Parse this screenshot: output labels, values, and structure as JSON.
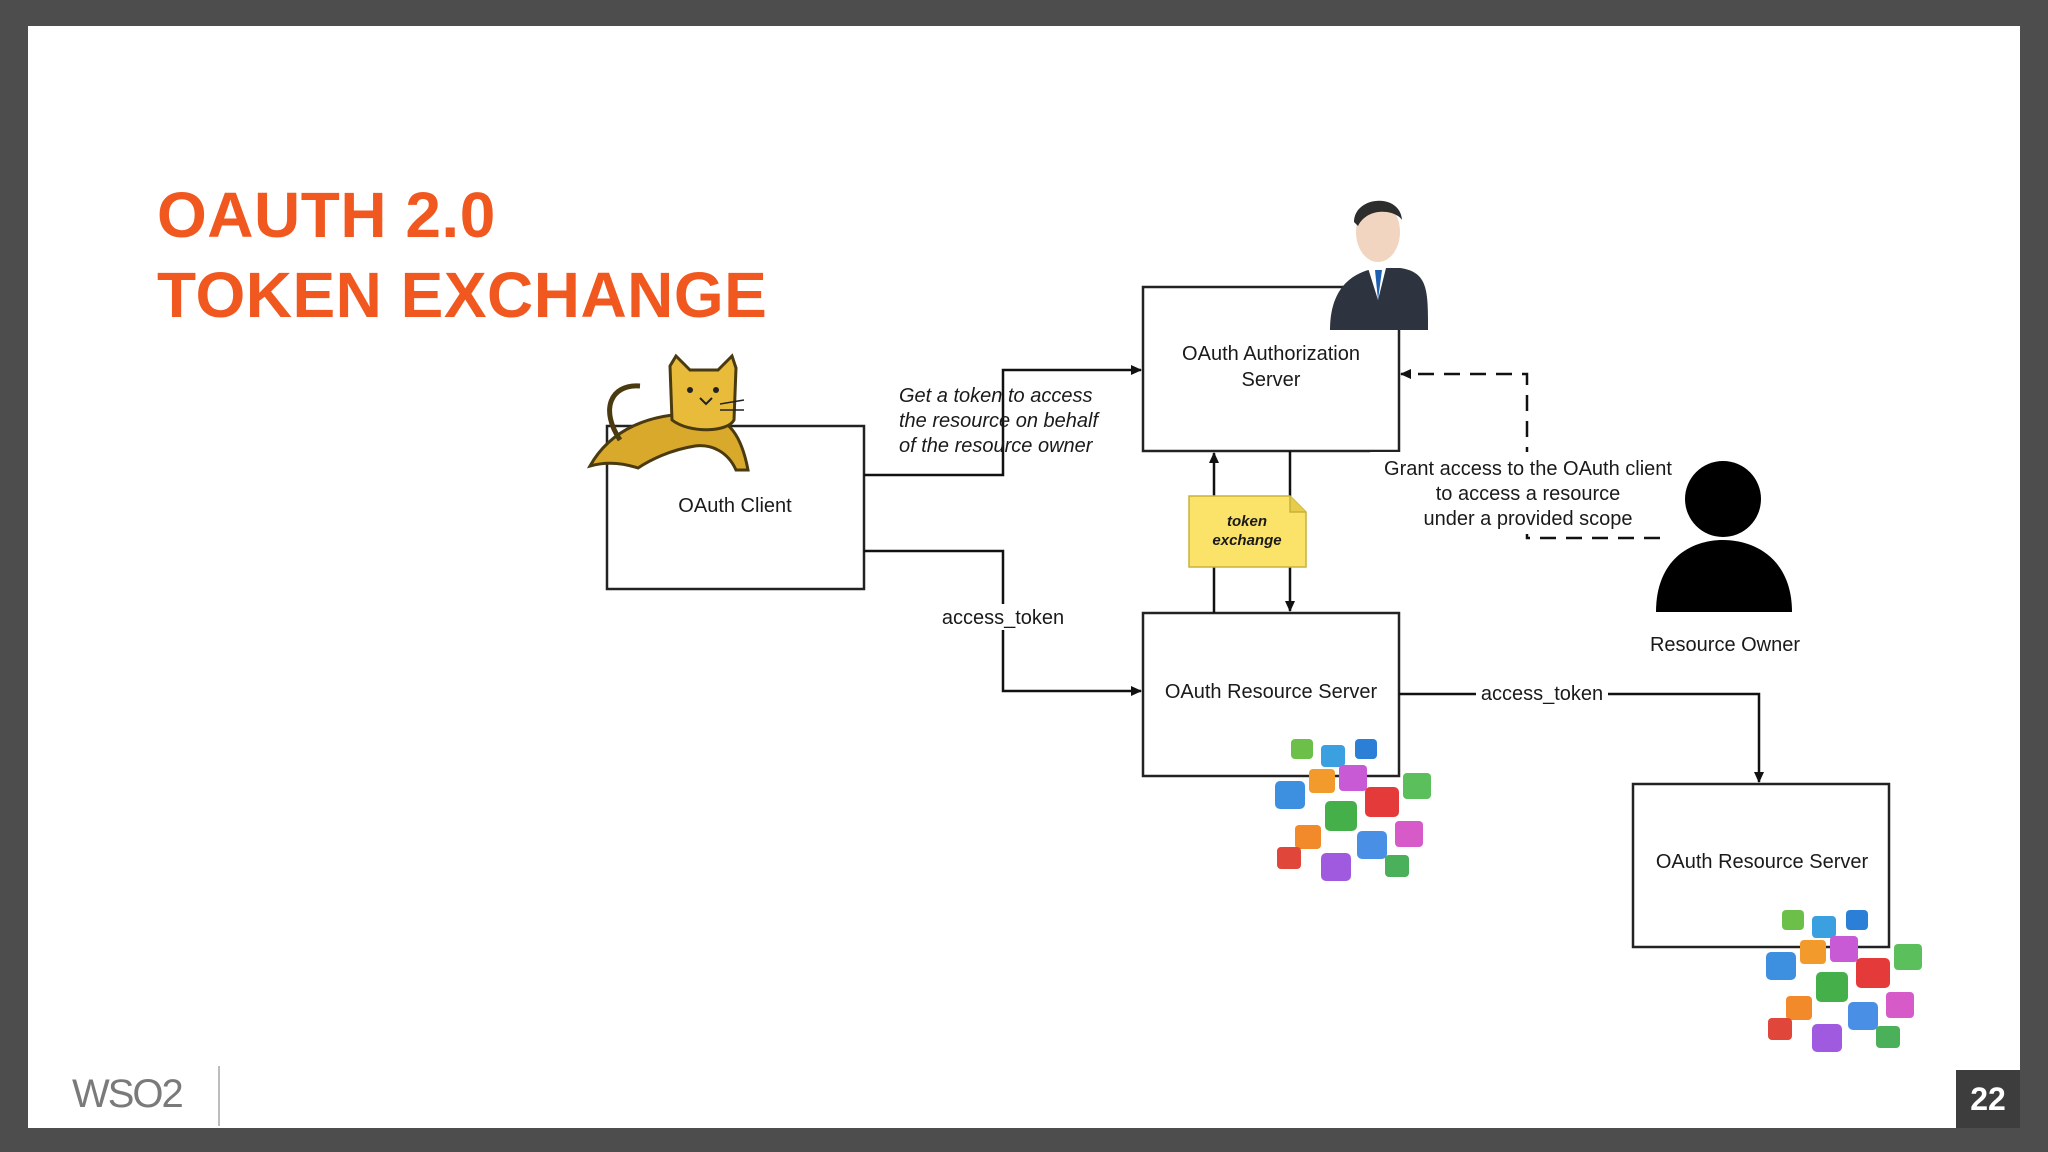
{
  "slide": {
    "title_line1": "OAUTH 2.0",
    "title_line2": "TOKEN EXCHANGE",
    "page_number": "22",
    "logo_text": "WSO2",
    "accent_color": "#f0581f"
  },
  "diagram": {
    "nodes": {
      "client": "OAuth Client",
      "auth_server_line1": "OAuth Authorization",
      "auth_server_line2": "Server",
      "resource_server_1": "OAuth Resource Server",
      "resource_server_2": "OAuth Resource Server",
      "resource_owner": "Resource Owner"
    },
    "edges": {
      "get_token_line1": "Get a token to access",
      "get_token_line2": "the resource on behalf",
      "get_token_line3": "of the resource owner",
      "access_token_1": "access_token",
      "access_token_2": "access_token",
      "grant_line1": "Grant access to the OAuth client",
      "grant_line2": "to access a resource",
      "grant_line3": "under a provided scope"
    },
    "note": {
      "line1": "token",
      "line2": "exchange"
    },
    "icons": [
      "tomcat-icon",
      "businessman-icon",
      "person-silhouette-icon",
      "app-icons-cluster-icon"
    ]
  }
}
